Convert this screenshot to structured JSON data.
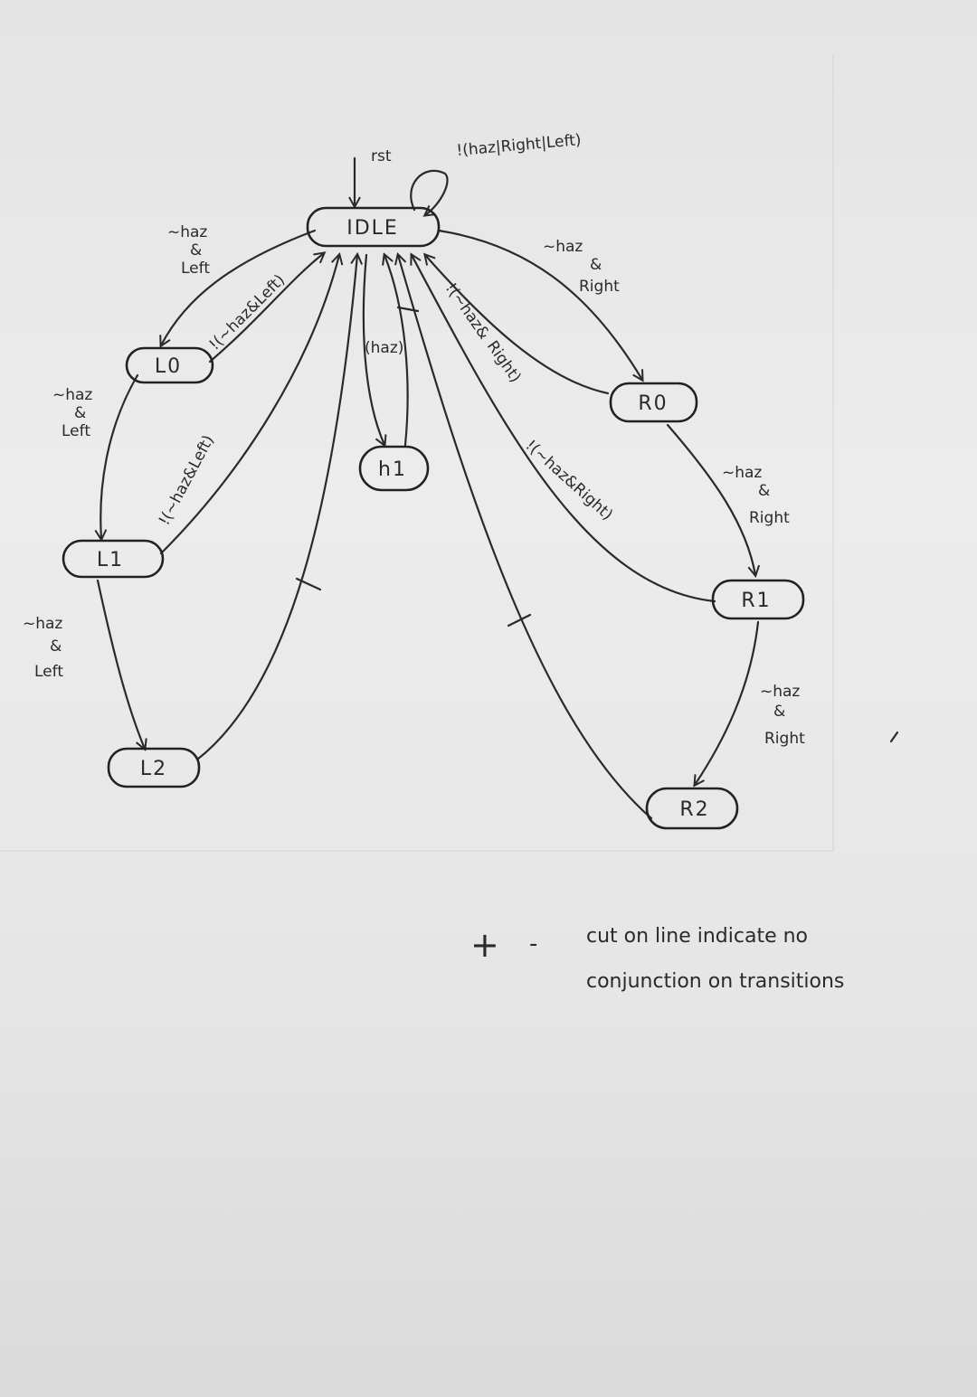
{
  "states": {
    "idle": "IDLE",
    "l0": "L0",
    "l1": "L1",
    "l2": "L2",
    "h1": "h1",
    "r0": "R0",
    "r1": "R1",
    "r2": "R2"
  },
  "labels": {
    "rst": "rst",
    "idle_self": "!(haz|Right|Left)",
    "idle_to_l0": [
      "~haz",
      "&",
      "Left"
    ],
    "l0_to_idle": "!(~haz&Left)",
    "l0_to_l1": [
      "~haz",
      "&",
      "Left"
    ],
    "l1_to_idle": "!(~haz&Left)",
    "l1_to_l2": [
      "~haz",
      "&",
      "Left"
    ],
    "idle_to_h1": "(haz)",
    "r0_to_idle": [
      "!(~haz&",
      "Right)"
    ],
    "idle_to_r0": [
      "~haz",
      "&",
      "Right"
    ],
    "r0_to_r1": [
      "~haz",
      "&",
      "Right"
    ],
    "r1_to_idle": "!(~haz&Right)",
    "r1_to_r2": [
      "~haz",
      "&",
      "Right"
    ]
  },
  "legend": {
    "symbol": "+",
    "dash": "-",
    "line1": "cut on line indicate no",
    "line2": "conjunction on transitions"
  }
}
